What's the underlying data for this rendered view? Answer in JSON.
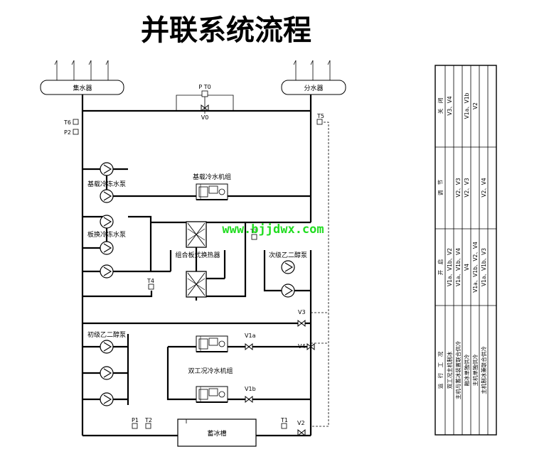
{
  "title": "并联系统流程",
  "watermark": "www.bjjdwx.com",
  "headers": {
    "collector": "集水器",
    "distributor": "分水器"
  },
  "equipment": {
    "base_chiller": "基载冷水机组",
    "base_pump": "基载冷冻水泵",
    "plate_pump": "板换冷冻水泵",
    "heat_exchanger": "组合板式换热器",
    "secondary_glycol_pump": "次级乙二醇泵",
    "primary_glycol_pump": "初级乙二醇泵",
    "dual_chiller": "双工况冷水机组",
    "ice_tank": "蓄冰槽"
  },
  "tags": {
    "P_T0": "P T0",
    "V0": "V0",
    "T6": "T6",
    "P2": "P2",
    "T5": "T5",
    "T3": "T3",
    "T4": "T4",
    "V3": "V3",
    "V4": "V4",
    "V1a": "V1a",
    "V1b": "V1b",
    "P1": "P1",
    "T2": "T2",
    "T1": "T1",
    "V2": "V2"
  },
  "table": {
    "headers": [
      "运　行　工　况",
      "开　启",
      "调　节",
      "关　闭"
    ],
    "rows": [
      [
        "双工况主机制冰",
        "V1a、V1b、V2",
        "",
        "V3、V4"
      ],
      [
        "主机与蓄冰装置联合供冷",
        "V1a、V1b、V4",
        "V2、V3",
        ""
      ],
      [
        "融冰单独供冷",
        "V4",
        "V2、V3",
        "V1a、V1b"
      ],
      [
        "主机单独供冷",
        "V1a、V1b、V2、V4",
        "",
        "V2"
      ],
      [
        "主机制冰兼联合供冷",
        "V1a、V1b、V3",
        "V2、V4",
        ""
      ]
    ]
  }
}
